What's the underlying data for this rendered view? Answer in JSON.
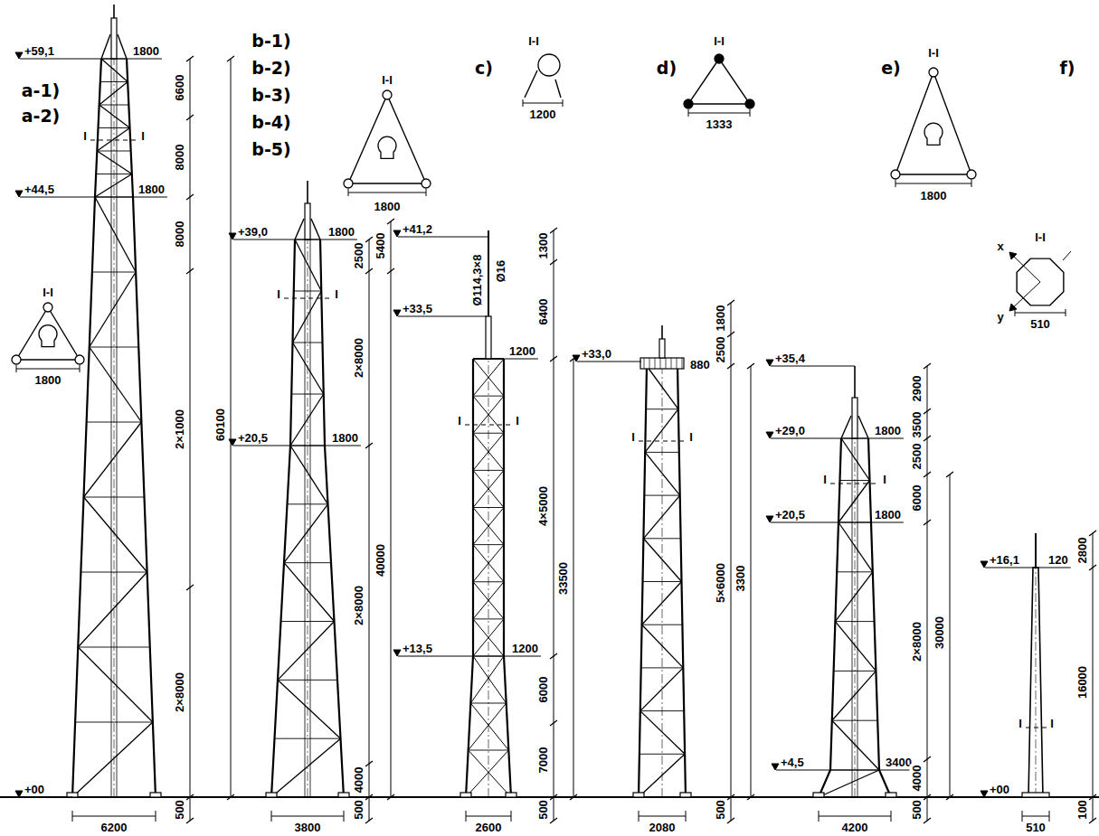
{
  "diagram": {
    "labels": [
      "a-1)",
      "a-2)",
      "+59,1",
      "1800",
      "6600",
      "I",
      "I",
      "I-I",
      "1800",
      "8000",
      "+44,5",
      "1800",
      "8000",
      "2×1000",
      "60100",
      "2×8000",
      "+00",
      "500",
      "6200",
      "b-1)",
      "b-2)",
      "b-3)",
      "b-4)",
      "b-5)",
      "I-I",
      "1800",
      "+39,0",
      "1800",
      "5400",
      "2500",
      "2×8000",
      "I",
      "I",
      "+20,5",
      "1800",
      "40000",
      "2×8000",
      "4000",
      "500",
      "3800",
      "c)",
      "I-I",
      "1200",
      "+41,2",
      "1300",
      "Ø16",
      "Ø114,3×8",
      "+33,5",
      "6400",
      "1200",
      "+33,0",
      "I",
      "I",
      "4×5000",
      "33500",
      "+13,5",
      "1200",
      "6000",
      "7000",
      "500",
      "2600",
      "d)",
      "I-I",
      "1333",
      "1800",
      "880",
      "2500",
      "I",
      "I",
      "3300",
      "5×6000",
      "500",
      "2080",
      "e)",
      "I-I",
      "1800",
      "+35,4",
      "2900",
      "+29,0",
      "1800",
      "3500",
      "I",
      "I",
      "2500",
      "6000",
      "+20,5",
      "1800",
      "30000",
      "2×8000",
      "+4,5",
      "3400",
      "4000",
      "500",
      "4200",
      "f)",
      "I-I",
      "x",
      "y",
      "510",
      "+16,1",
      "120",
      "2800",
      "16000",
      "I",
      "I",
      "+00",
      "100",
      "510"
    ]
  }
}
